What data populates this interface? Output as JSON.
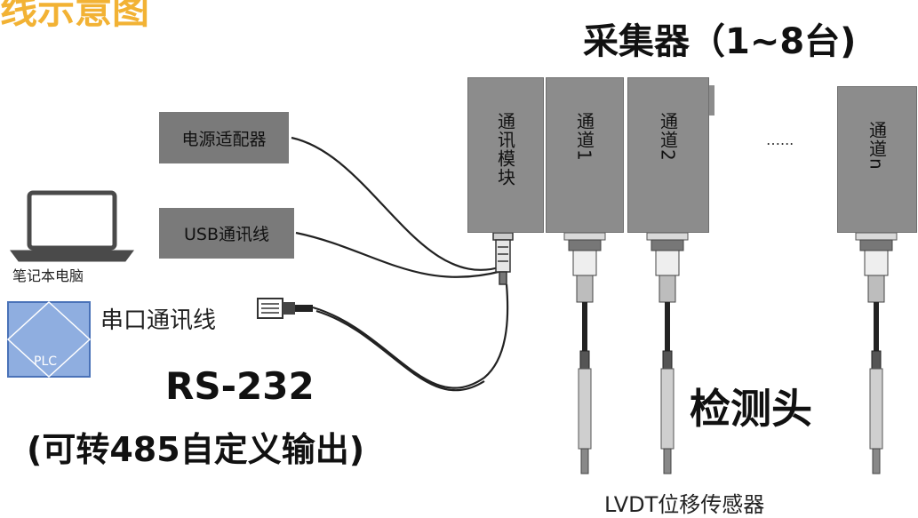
{
  "header": {
    "partial_title": "线示意图",
    "collector_title": "采集器（1~8台)"
  },
  "boxes": {
    "power_adapter": "电源适配器",
    "usb_cable": "USB通讯线"
  },
  "laptop_label": "笔记本电脑",
  "serial_label": "串口通讯线",
  "plc_label": "PLC",
  "rs232": {
    "title": "RS-232",
    "subtitle": "(可转485自定义输出)"
  },
  "modules": {
    "comm": "通讯模块",
    "ch1": "通道1",
    "ch2": "通道2",
    "chn": "通道n",
    "ellipsis": "…..."
  },
  "probe_title": "检测头",
  "lvdt_label": "LVDT位移传感器"
}
